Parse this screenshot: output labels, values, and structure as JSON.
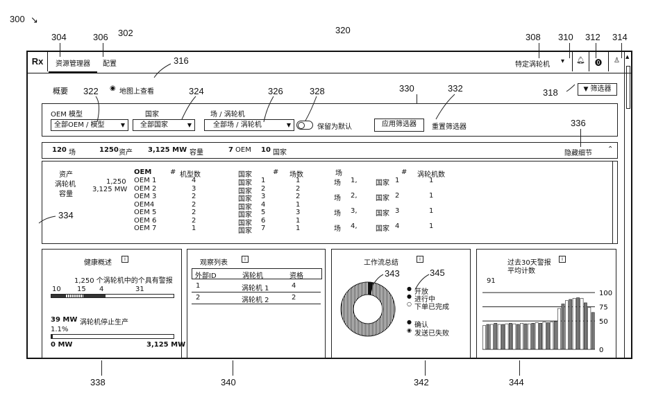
{
  "refs": {
    "r300": "300",
    "r302": "302",
    "r304": "304",
    "r306": "306",
    "r308": "308",
    "r310": "310",
    "r312": "312",
    "r314": "314",
    "r316": "316",
    "r318": "318",
    "r320": "320",
    "r322": "322",
    "r324": "324",
    "r326": "326",
    "r328": "328",
    "r330": "330",
    "r332": "332",
    "r334": "334",
    "r336": "336",
    "r338": "338",
    "r340": "340",
    "r342": "342",
    "r343": "343",
    "r344": "344",
    "r345": "345"
  },
  "app": {
    "logo": "Rx",
    "tab_explorer": "资源管理器",
    "tab_settings": "配置",
    "turbine_select": "特定涡轮机",
    "menu_chevron": "▾"
  },
  "header": {
    "overview": "概要",
    "map_toggle": "地图上查看",
    "filter_button": "筛选器"
  },
  "filters": {
    "oem_label": "OEM 模型",
    "oem_value": "全部OEM / 模型",
    "country_label": "国家",
    "country_value": "全部国家",
    "site_label": "场 / 涡轮机",
    "site_value": "全部场 / 涡轮机",
    "save_default": "保留为默认",
    "apply": "应用筛选器",
    "reset": "重置筛选器"
  },
  "summary": {
    "sites_num": "120",
    "sites_lbl": "场",
    "assets_num": "1250",
    "assets_lbl": "资产",
    "capacity_num": "3,125 MW",
    "capacity_lbl": "容量",
    "oem_num": "7",
    "oem_lbl": "OEM",
    "country_num": "10",
    "country_lbl": "国家",
    "hide_details": "隐藏细节"
  },
  "details": {
    "assets": {
      "label1": "资产",
      "label2": "涡轮机",
      "label3": "容量",
      "val1": "1,250",
      "val2": "3,125 MW"
    },
    "oem_header": "OEM",
    "hash": "#",
    "oem_count_header": "机型数",
    "oem_rows": [
      [
        "OEM 1",
        "4"
      ],
      [
        "OEM 2",
        "3"
      ],
      [
        "OEM 3",
        "2"
      ],
      [
        "OEM4",
        "2"
      ],
      [
        "OEM 5",
        "2"
      ],
      [
        "OEM 6",
        "2"
      ],
      [
        "OEM 7",
        "1"
      ]
    ],
    "country_header": "国家",
    "country_count_header": "场数",
    "country_rows": [
      [
        "国家",
        "1",
        "1"
      ],
      [
        "国家",
        "2",
        "2"
      ],
      [
        "国家",
        "3",
        "2"
      ],
      [
        "国家",
        "4",
        "1"
      ],
      [
        "国家",
        "5",
        "3"
      ],
      [
        "国家",
        "6",
        "1"
      ],
      [
        "国家",
        "7",
        "1"
      ]
    ],
    "site_header": "场",
    "turbine_count_header": "涡轮机数",
    "site_rows": [
      [
        "场",
        "1,",
        "国家",
        "1",
        "1"
      ],
      [
        "场",
        "2,",
        "国家",
        "2",
        "1"
      ],
      [
        "场",
        "3,",
        "国家",
        "3",
        "1"
      ],
      [
        "场",
        "4,",
        "国家",
        "4",
        "1"
      ]
    ]
  },
  "health": {
    "title": "健康概述",
    "info": "i",
    "desc": "1,250 个涡轮机中的个具有警报",
    "ticks": [
      "10",
      "15",
      "4",
      "31"
    ],
    "mw": "39 MW",
    "mw_desc": "涡轮机停止生产",
    "pct": "1.1%",
    "axis_min": "0 MW",
    "axis_max": "3,125 MW",
    "fill_fraction": 0.011
  },
  "watch": {
    "title": "观察列表",
    "info": "i",
    "cols": [
      "外部ID",
      "涡轮机",
      "资格"
    ],
    "rows": [
      [
        "1",
        "涡轮机 1",
        "4"
      ],
      [
        "2",
        "涡轮机 2",
        "2"
      ]
    ]
  },
  "workflow": {
    "title": "工作流总结",
    "info": "i",
    "legend": [
      "开放",
      "进行中",
      "下单已完成",
      "确认",
      "发送已失败"
    ]
  },
  "alerts": {
    "title": "过去30天警报",
    "info": "i",
    "subtitle": "平均计数",
    "avg": "91"
  },
  "chart_data": {
    "type": "bar",
    "title": "过去30天警报",
    "subtitle": "平均计数",
    "y_ticks": [
      "100",
      "75",
      "50",
      "0"
    ],
    "ylim": [
      0,
      110
    ],
    "x_labels": [
      "",
      "",
      "",
      ""
    ],
    "values": [
      42,
      44,
      44,
      46,
      44,
      44,
      45,
      46,
      45,
      44,
      46,
      45,
      45,
      46,
      47,
      46,
      48,
      47,
      48,
      49,
      72,
      80,
      86,
      88,
      90,
      91,
      90,
      82,
      74,
      65
    ]
  }
}
